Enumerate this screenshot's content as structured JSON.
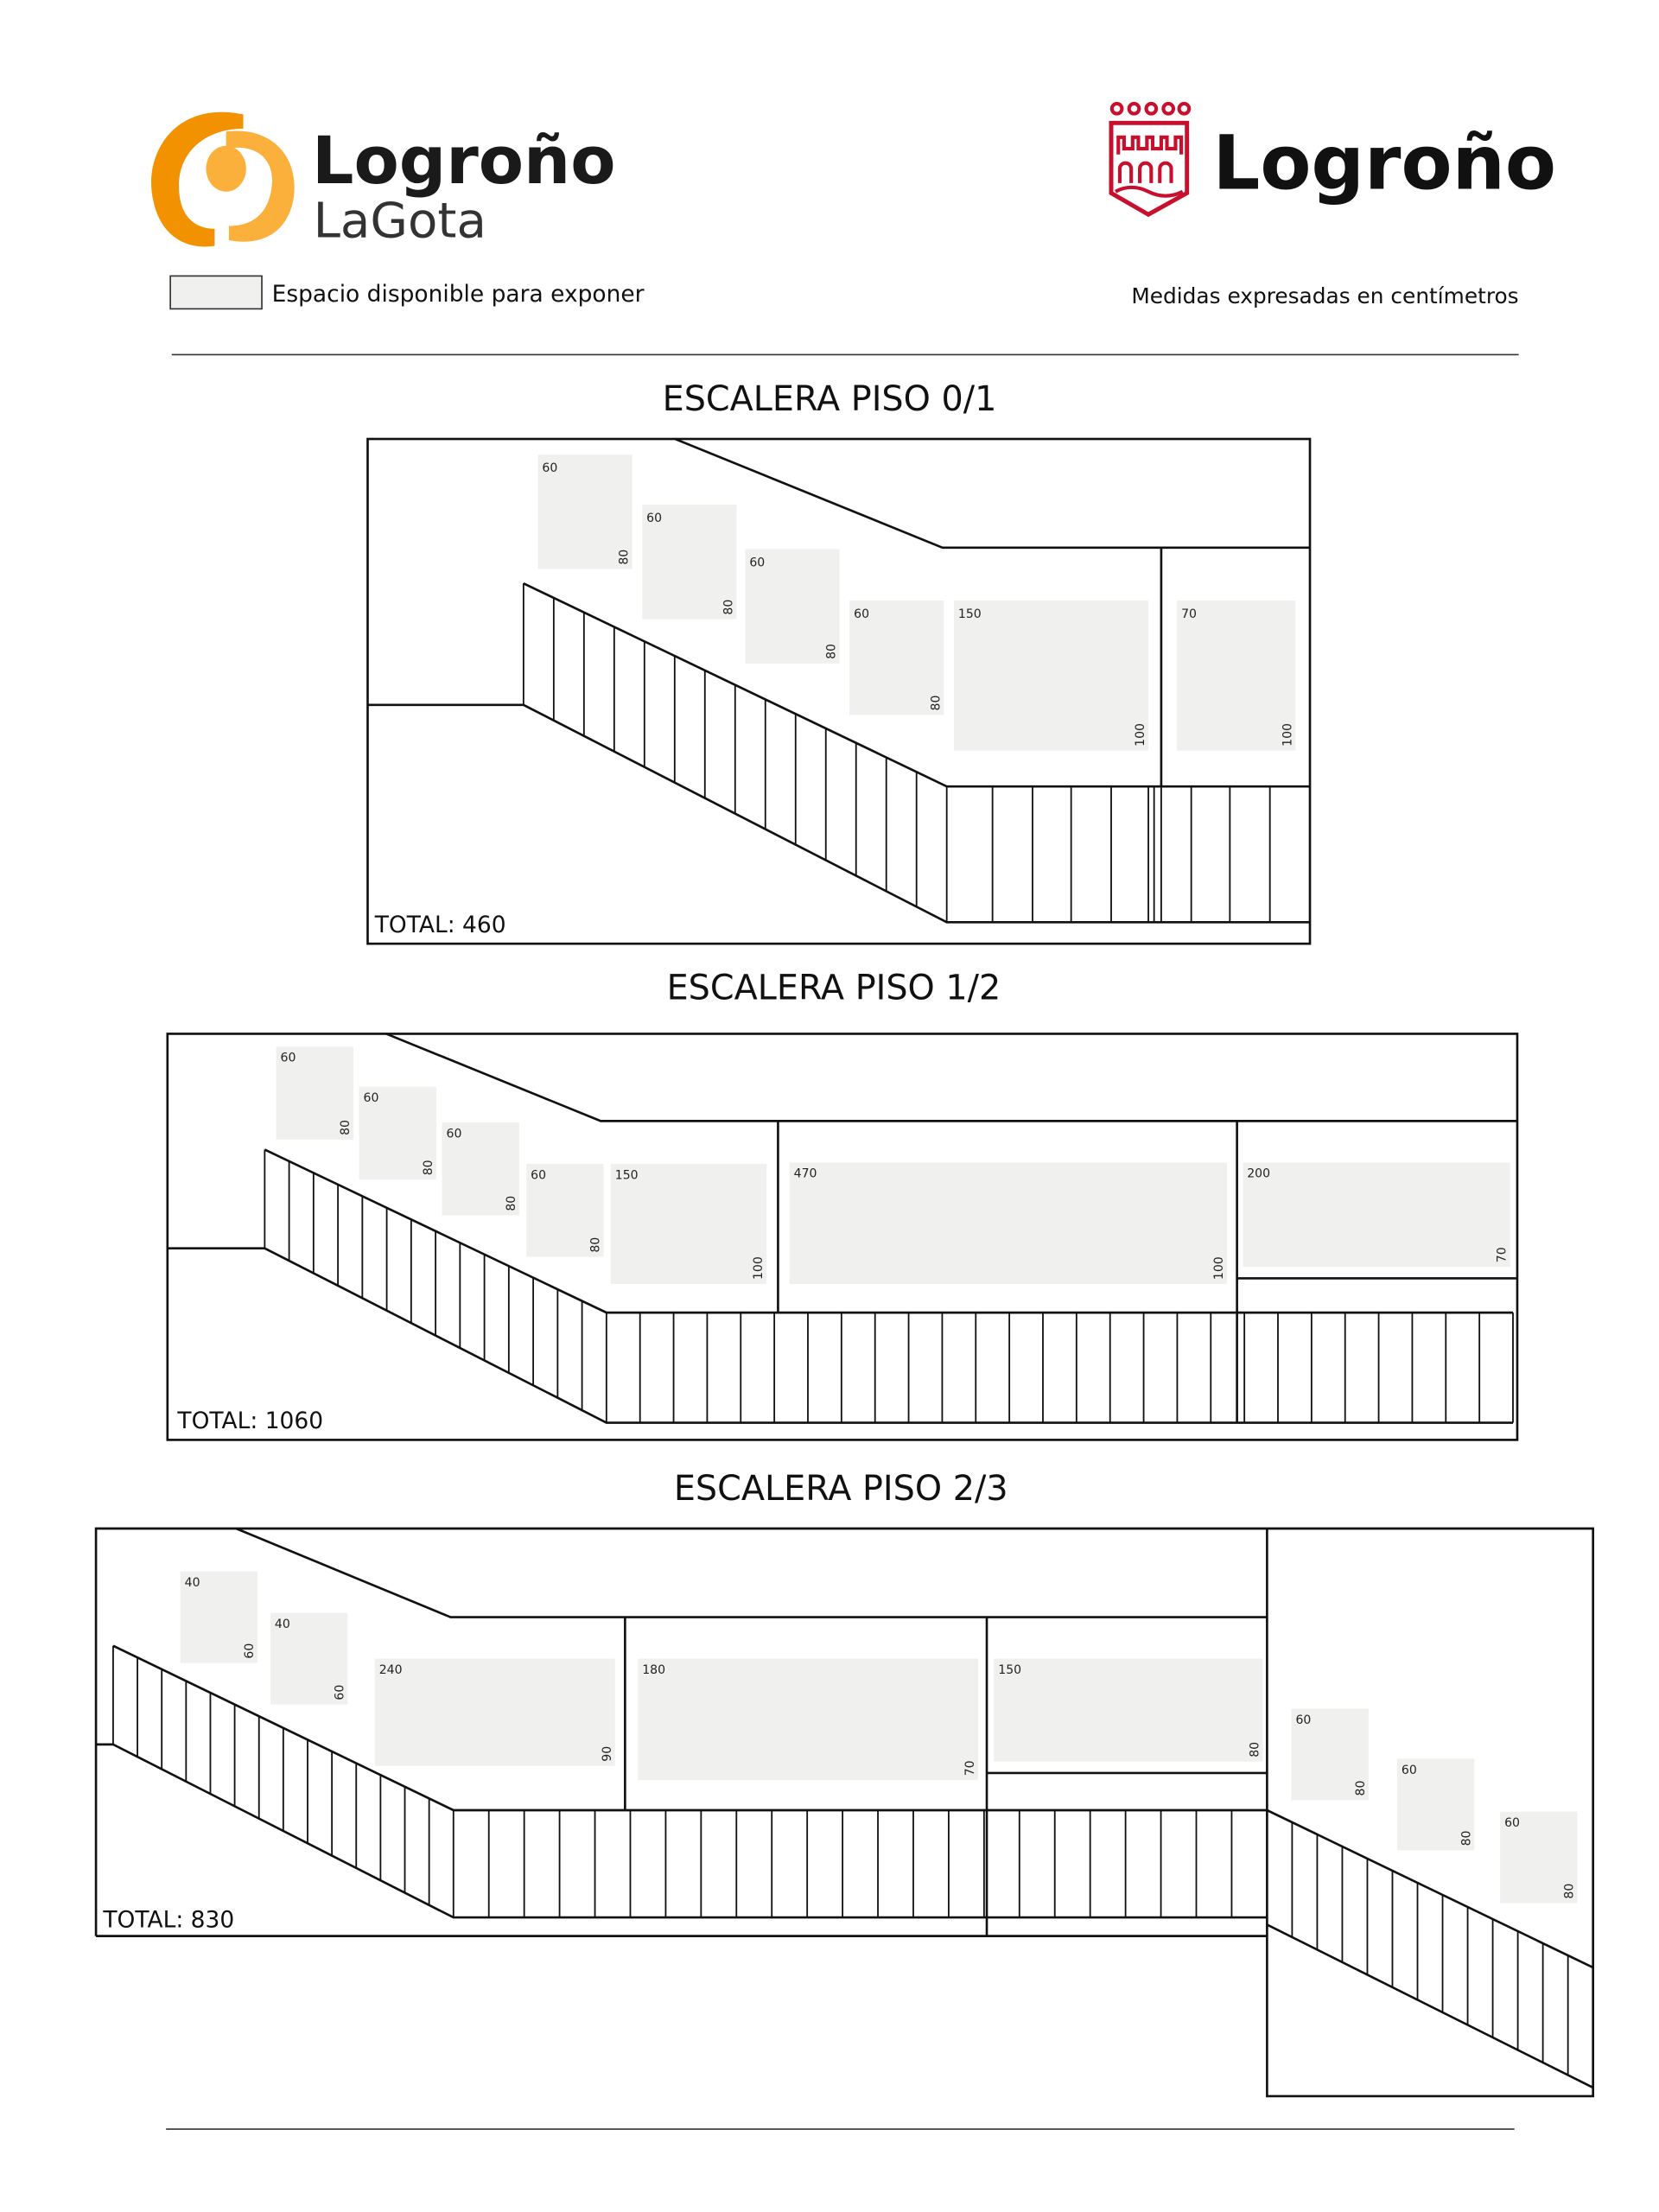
{
  "header": {
    "logo_left": {
      "line1": "Logroño",
      "line2": "LaGota",
      "colors": {
        "orange": "#f39200",
        "yellow": "#fbb03b"
      }
    },
    "logo_right": {
      "text": "Logroño",
      "color": "#c8102e"
    },
    "legend_label": "Espacio disponible para exponer",
    "units_note": "Medidas expresadas en centímetros",
    "space_color": "#f0f0ee"
  },
  "diagrams": [
    {
      "title": "ESCALERA PISO 0/1",
      "total": "TOTAL: 460",
      "spaces": [
        {
          "w": "60",
          "h": "80"
        },
        {
          "w": "60",
          "h": "80"
        },
        {
          "w": "60",
          "h": "80"
        },
        {
          "w": "60",
          "h": "80"
        },
        {
          "w": "150",
          "h": "100"
        },
        {
          "w": "70",
          "h": "100"
        }
      ]
    },
    {
      "title": "ESCALERA PISO 1/2",
      "total": "TOTAL: 1060",
      "spaces": [
        {
          "w": "60",
          "h": "80"
        },
        {
          "w": "60",
          "h": "80"
        },
        {
          "w": "60",
          "h": "80"
        },
        {
          "w": "60",
          "h": "80"
        },
        {
          "w": "150",
          "h": "100"
        },
        {
          "w": "470",
          "h": "100"
        },
        {
          "w": "200",
          "h": "70"
        }
      ]
    },
    {
      "title": "ESCALERA PISO 2/3",
      "total": "TOTAL: 830",
      "spaces": [
        {
          "w": "40",
          "h": "60"
        },
        {
          "w": "40",
          "h": "60"
        },
        {
          "w": "240",
          "h": "90"
        },
        {
          "w": "180",
          "h": "70"
        },
        {
          "w": "150",
          "h": "80"
        },
        {
          "w": "60",
          "h": "80"
        },
        {
          "w": "60",
          "h": "80"
        },
        {
          "w": "60",
          "h": "80"
        }
      ]
    }
  ]
}
